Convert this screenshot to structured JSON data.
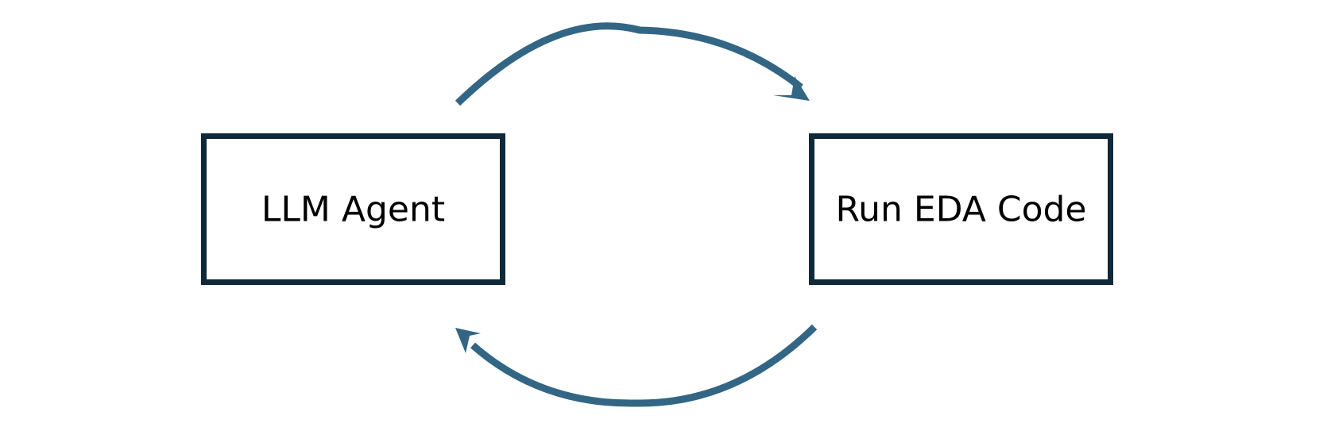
{
  "diagram": {
    "nodes": [
      {
        "id": "llm-agent",
        "label": "LLM Agent"
      },
      {
        "id": "run-eda-code",
        "label": "Run EDA Code"
      }
    ],
    "edges": [
      {
        "from": "llm-agent",
        "to": "run-eda-code"
      },
      {
        "from": "run-eda-code",
        "to": "llm-agent"
      }
    ],
    "colors": {
      "box_stroke": "#10293a",
      "arrow": "#336685",
      "text": "#000000",
      "background": "#ffffff"
    }
  }
}
